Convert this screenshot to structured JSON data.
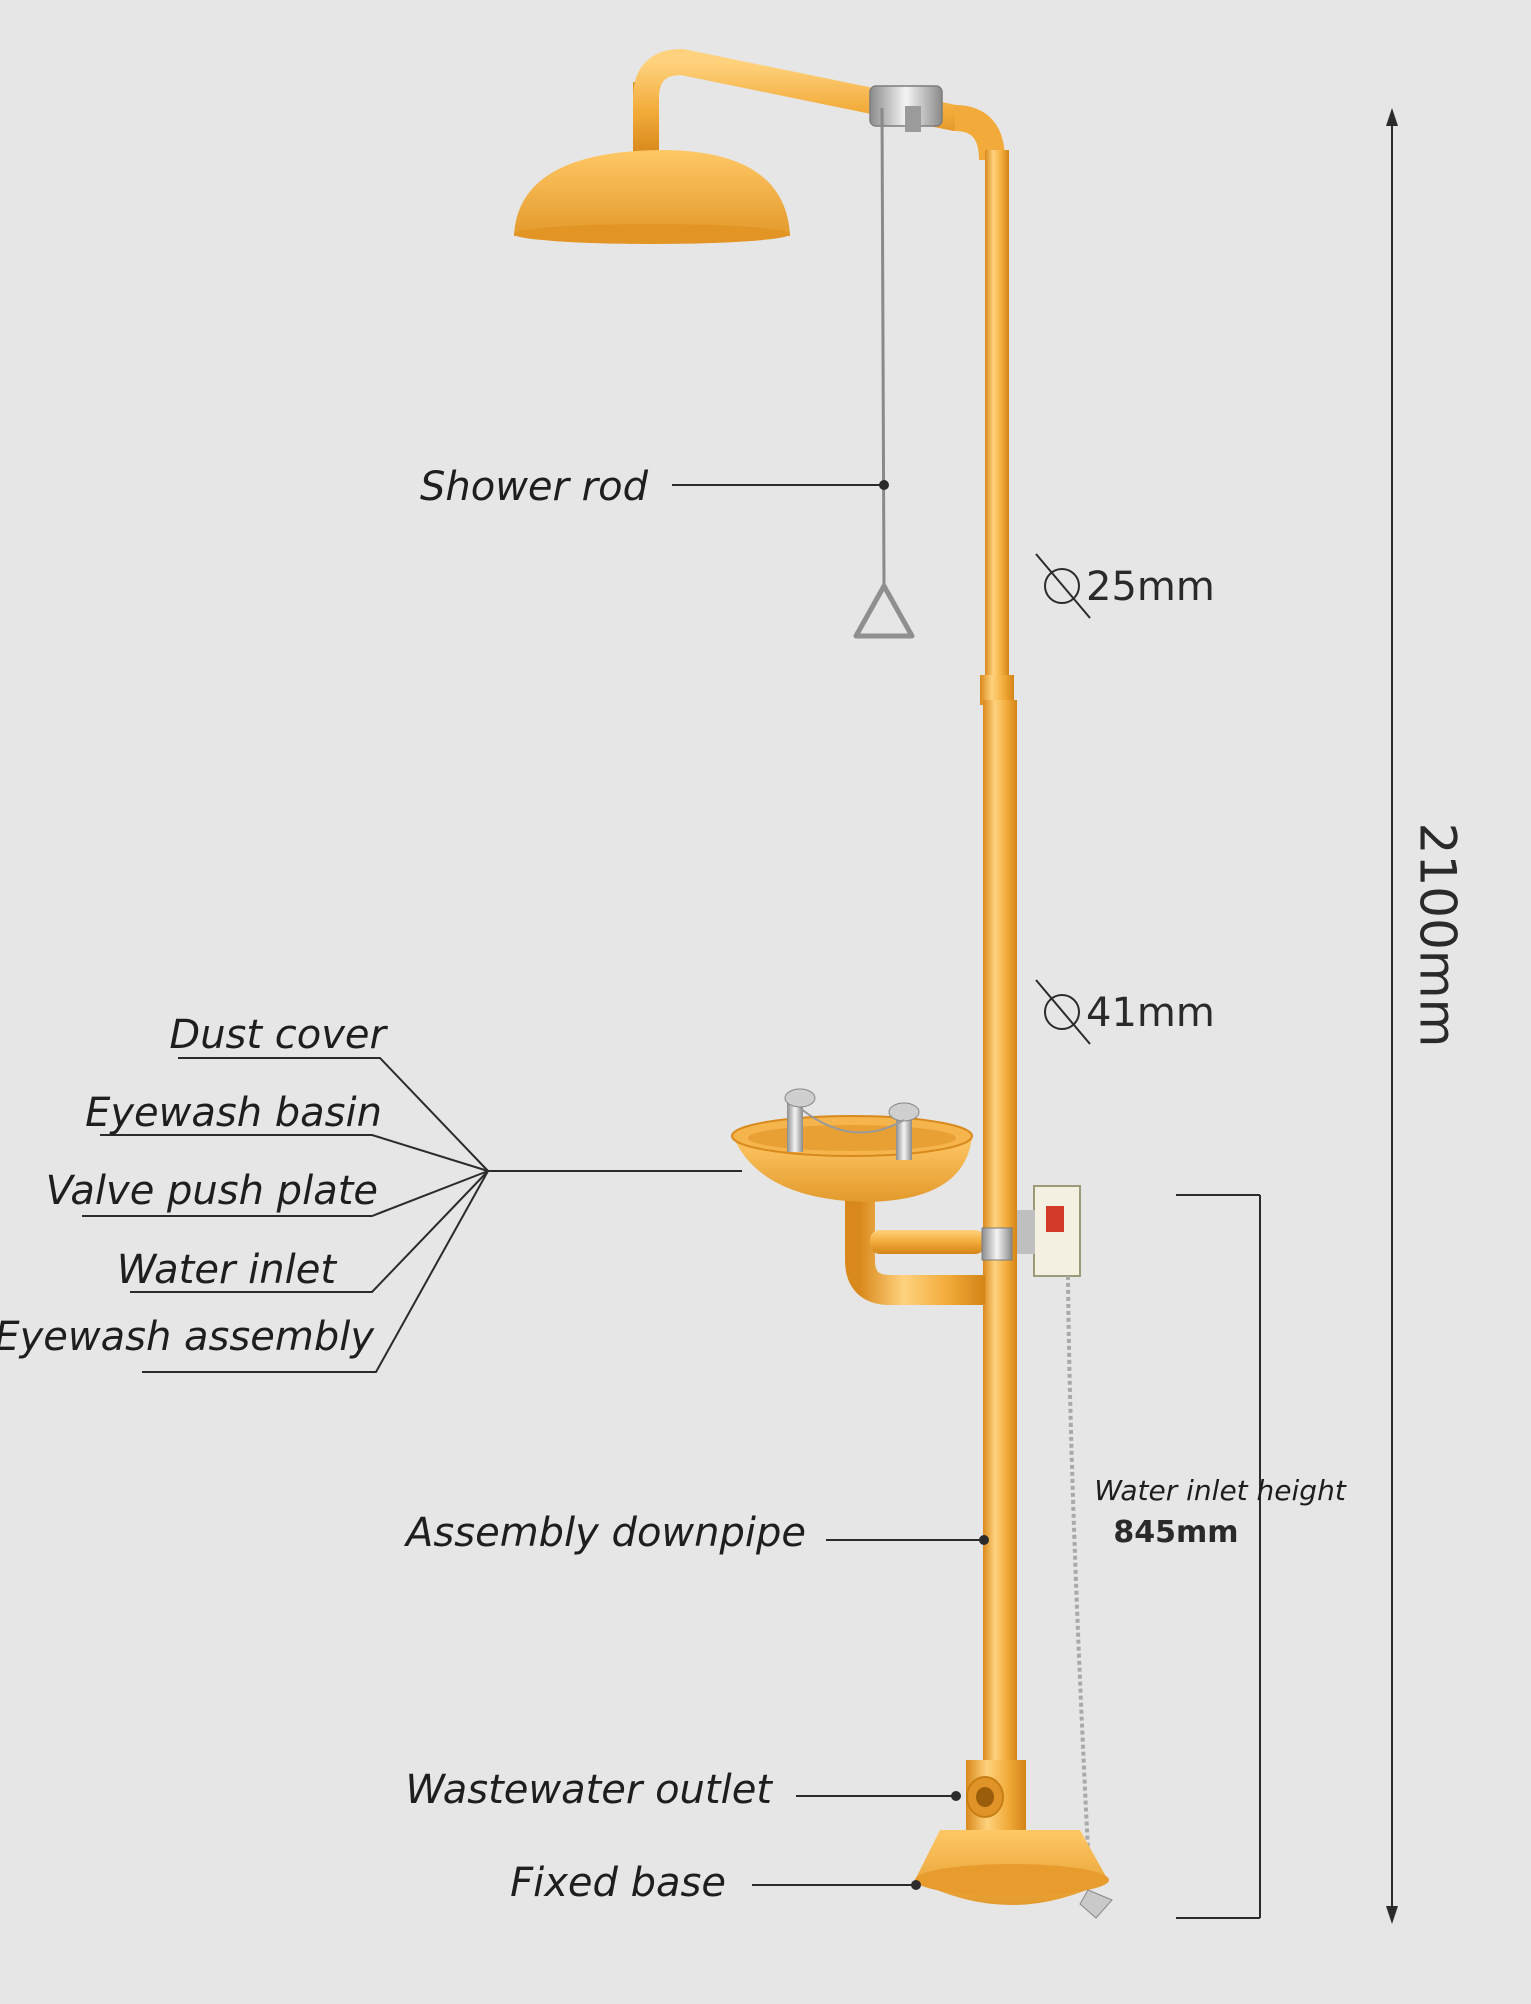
{
  "colors": {
    "background": "#e6e6e6",
    "pipe": "#f2ab3a",
    "pipe_dark": "#d88a1c",
    "pipe_light": "#ffd07a",
    "line": "#2b2b2b",
    "metal": "#b8b8b8"
  },
  "labels": {
    "shower_rod": "Shower rod",
    "dust_cover": "Dust cover",
    "eyewash_basin": "Eyewash basin",
    "valve_push_plate": "Valve push plate",
    "water_inlet": "Water inlet",
    "eyewash_assembly": "Eyewash assembly",
    "assembly_downpipe": "Assembly downpipe",
    "wastewater_outlet": "Wastewater outlet",
    "fixed_base": "Fixed base"
  },
  "dimensions": {
    "upper_pipe_diameter": "25mm",
    "lower_pipe_diameter": "41mm",
    "total_height": "2100mm",
    "inlet_height_label": "Water inlet height",
    "inlet_height_value": "845mm"
  }
}
